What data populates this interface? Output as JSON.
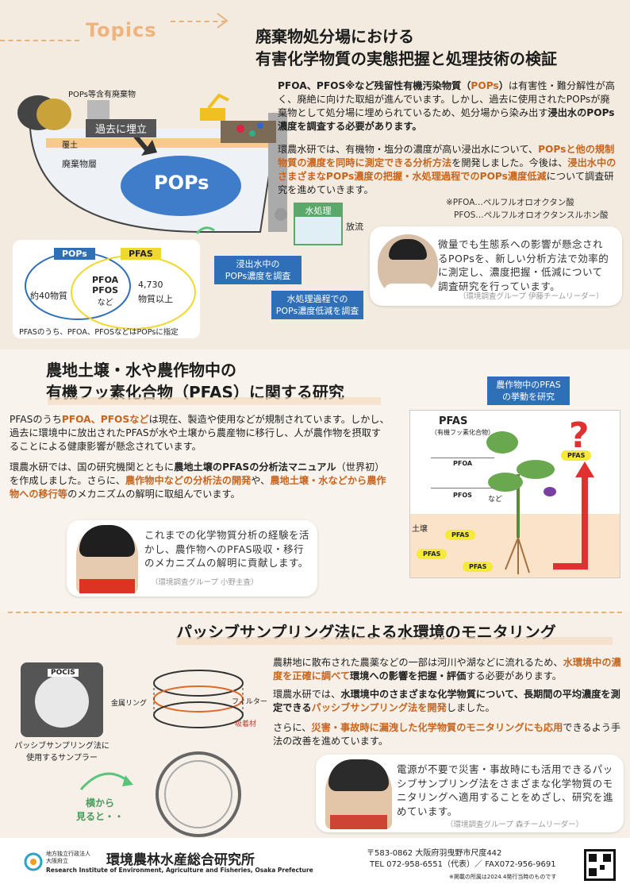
{
  "topics_label": "Topics",
  "section1": {
    "title_line1": "廃棄物処分場における",
    "title_line2": "有害化学物質の実態把握と処理技術の検証",
    "p1_a": "PFOA、PFOS",
    "p1_b": "※など残留性有機汚染物質（",
    "p1_c": "POPs",
    "p1_d": "）",
    "p1_e": "は有害性・難分解性が高く、廃絶に向けた取組が進んでいます。しかし、過去に使用されたPOPsが廃棄物として処分場に埋められているため、処分場から染み出す",
    "p1_f": "浸出水のPOPs濃度を調査する必要があります。",
    "p2_a": "環農水研では、有機物・塩分の濃度が高い浸出水について、",
    "p2_b": "POPsと他の規制物質の濃度を同時に測定できる分析方法",
    "p2_c": "を開発しました。今後は、",
    "p2_d": "浸出水中のさまざまなPOPs濃度の把握・水処理過程でのPOPs濃度低減",
    "p2_e": "について調査研究を進めていきます。",
    "note1": "※PFOA…ペルフルオロオクタン酸",
    "note2": "PFOS…ペルフルオロオクタンスルホン酸",
    "diagram": {
      "pops_waste": "POPs等含有廃棄物",
      "buried": "過去に埋立",
      "cover_soil": "覆土",
      "waste_layer": "廃棄物層",
      "pops": "POPs",
      "water_treatment": "水処理",
      "discharge": "放流",
      "box1": "浸出水中の\nPOPs濃度を調査",
      "box2": "水処理過程での\nPOPs濃度低減を調査"
    },
    "venn": {
      "pops": "POPs",
      "pfas": "PFAS",
      "left": "約40物質",
      "center1": "PFOA",
      "center2": "PFOS",
      "center3": "など",
      "right1": "4,730",
      "right2": "物質以上",
      "caption": "PFASのうち、PFOA、PFOSなどはPOPsに指定"
    },
    "quote": "微量でも生態系への影響が懸念されるPOPsを、新しい分析方法で効率的に測定し、濃度把握・低減について調査研究を行っています。",
    "quote_sig": "（環境調査グループ 伊藤チームリーダー）"
  },
  "section2": {
    "title_line1": "農地土壌・水や農作物中の",
    "title_line2": "有機フッ素化合物（PFAS）に関する研究",
    "p1_a": "PFASのうち",
    "p1_b": "PFOA、PFOSなど",
    "p1_c": "は現在、製造や使用などが規制されています。しかし、過去に環境中に放出されたPFASが水や土壌から農産物に移行し、人が農作物を摂取することによる健康影響が懸念されています。",
    "p2_a": "環農水研では、国の研究機関とともに",
    "p2_b": "農地土壌のPFASの分析法マニュアル",
    "p2_c": "（世界初）を作成しました。さらに、",
    "p2_d": "農作物中などの分析法の開発",
    "p2_e": "や、",
    "p2_f": "農地土壌・水などから農作物への移行等",
    "p2_g": "のメカニズムの解明に取組んでいます。",
    "callout": "農作物中のPFAS\nの挙動を研究",
    "pfas_title": "PFAS",
    "pfas_sub": "（有機フッ素化合物）",
    "pfoa": "PFOA",
    "pfos": "PFOS",
    "nado": "など",
    "soil": "土壌",
    "pfas_tag": "PFAS",
    "quote": "これまでの化学物質分析の経験を活かし、農作物へのPFAS吸収・移行のメカニズムの解明に貢献します。",
    "quote_sig": "（環境調査グループ 小野主査）"
  },
  "section3": {
    "title": "パッシブサンプリング法による水環境のモニタリング",
    "p1_a": "農耕地に散布された農薬などの一部は河川や湖などに流れるため、",
    "p1_b": "水環境中の濃度を正確に調べて",
    "p1_c": "環境への影響を把握・評価",
    "p1_d": "する必要があります。",
    "p2_a": "環農水研では、",
    "p2_b": "水環境中のさまざまな化学物質について、長期間の平均濃度を測定できる",
    "p2_c": "パッシブサンプリング法を開発",
    "p2_d": "しました。",
    "p3_a": "さらに、",
    "p3_b": "災害・事故時に漏洩した化学物質のモニタリングにも応用",
    "p3_c": "できるよう手法の改善を進めています。",
    "pocis": "POCIS",
    "sampler_caption1": "パッシブサンプリング法に",
    "sampler_caption2": "使用するサンプラー",
    "ring": "金属リング",
    "filter": "フィルター",
    "absorbent": "吸着材",
    "side_view1": "横から",
    "side_view2": "見ると・・",
    "quote": "電源が不要で災害・事故時にも活用できるパッシブサンプリング法をさまざまな化学物質のモニタリングへ適用することをめざし、研究を進めています。",
    "quote_sig": "（環境調査グループ 森チームリーダー）"
  },
  "footer": {
    "org_small1": "地方独立行政法人",
    "org_small2": "大阪府立",
    "org_name": "環境農林水産総合研究所",
    "org_en": "Research Institute of Environment, Agriculture and Fisheries, Osaka Prefecture",
    "address": "〒583-0862 大阪府羽曳野市尺度442",
    "tel": "TEL 072-958-6551（代表）／ FAX072-956-9691",
    "note": "※掲載の所属は2024.4発行当時のものです"
  },
  "colors": {
    "accent": "#c7651f",
    "blue": "#2e6fb7",
    "topics": "#f0b37c"
  }
}
